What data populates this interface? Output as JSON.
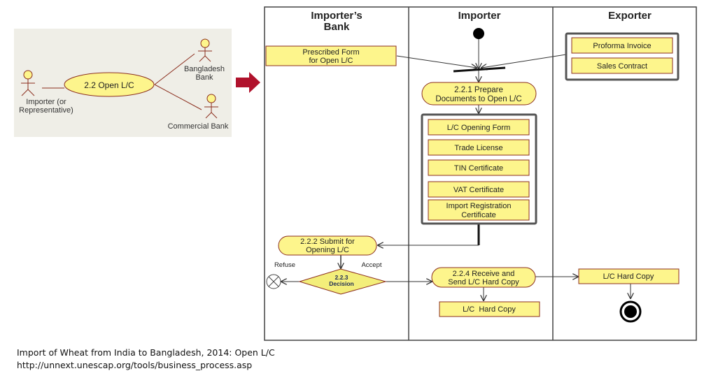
{
  "colors": {
    "node_fill": "#fdf58c",
    "node_stroke": "#8b2e1e",
    "use_case_panel_bg": "#efeee7",
    "actor_stroke": "#8b2e1e",
    "arrow_accent": "#b0122c",
    "line": "#333333"
  },
  "use_case": {
    "actors": [
      {
        "id": "importer",
        "label_lines": [
          "Importer (or",
          "Representative)"
        ]
      },
      {
        "id": "bangladesh-bank",
        "label_lines": [
          "Bangladesh",
          "Bank"
        ]
      },
      {
        "id": "commercial-bank",
        "label_lines": [
          "Commercial Bank"
        ]
      }
    ],
    "use_case_label": "2.2 Open L/C"
  },
  "activity": {
    "lanes": [
      {
        "id": "importers-bank",
        "title_lines": [
          "Importer’s",
          "Bank"
        ]
      },
      {
        "id": "importer",
        "title_lines": [
          "Importer"
        ]
      },
      {
        "id": "exporter",
        "title_lines": [
          "Exporter"
        ]
      }
    ],
    "objects": {
      "prescribed_form": [
        "Prescribed Form",
        "for Open L/C"
      ],
      "proforma_invoice": [
        "Proforma Invoice"
      ],
      "sales_contract": [
        "Sales Contract"
      ],
      "lc_opening_form": [
        "L/C Opening Form"
      ],
      "trade_license": [
        "Trade License"
      ],
      "tin_certificate": [
        "TIN Certificate"
      ],
      "vat_certificate": [
        "VAT Certificate"
      ],
      "import_registration": [
        "Import Registration",
        "Certificate"
      ],
      "lc_hard_copy_importer": [
        "L/C  Hard Copy"
      ],
      "lc_hard_copy_exporter": [
        "L/C Hard Copy"
      ]
    },
    "actions": {
      "prepare": [
        "2.2.1 Prepare",
        "Documents to Open L/C"
      ],
      "submit": [
        "2.2.2 Submit for",
        "Opening L/C"
      ],
      "receive_send": [
        "2.2.4 Receive and",
        "Send L/C Hard Copy"
      ]
    },
    "decision": {
      "label_lines": [
        "2.2.3",
        "Decision"
      ],
      "refuse_label": "Refuse",
      "accept_label": "Accept"
    }
  },
  "caption": {
    "line1": "Import of Wheat from India to Bangladesh, 2014: Open L/C",
    "line2": "http://unnext.unescap.org/tools/business_process.asp"
  }
}
